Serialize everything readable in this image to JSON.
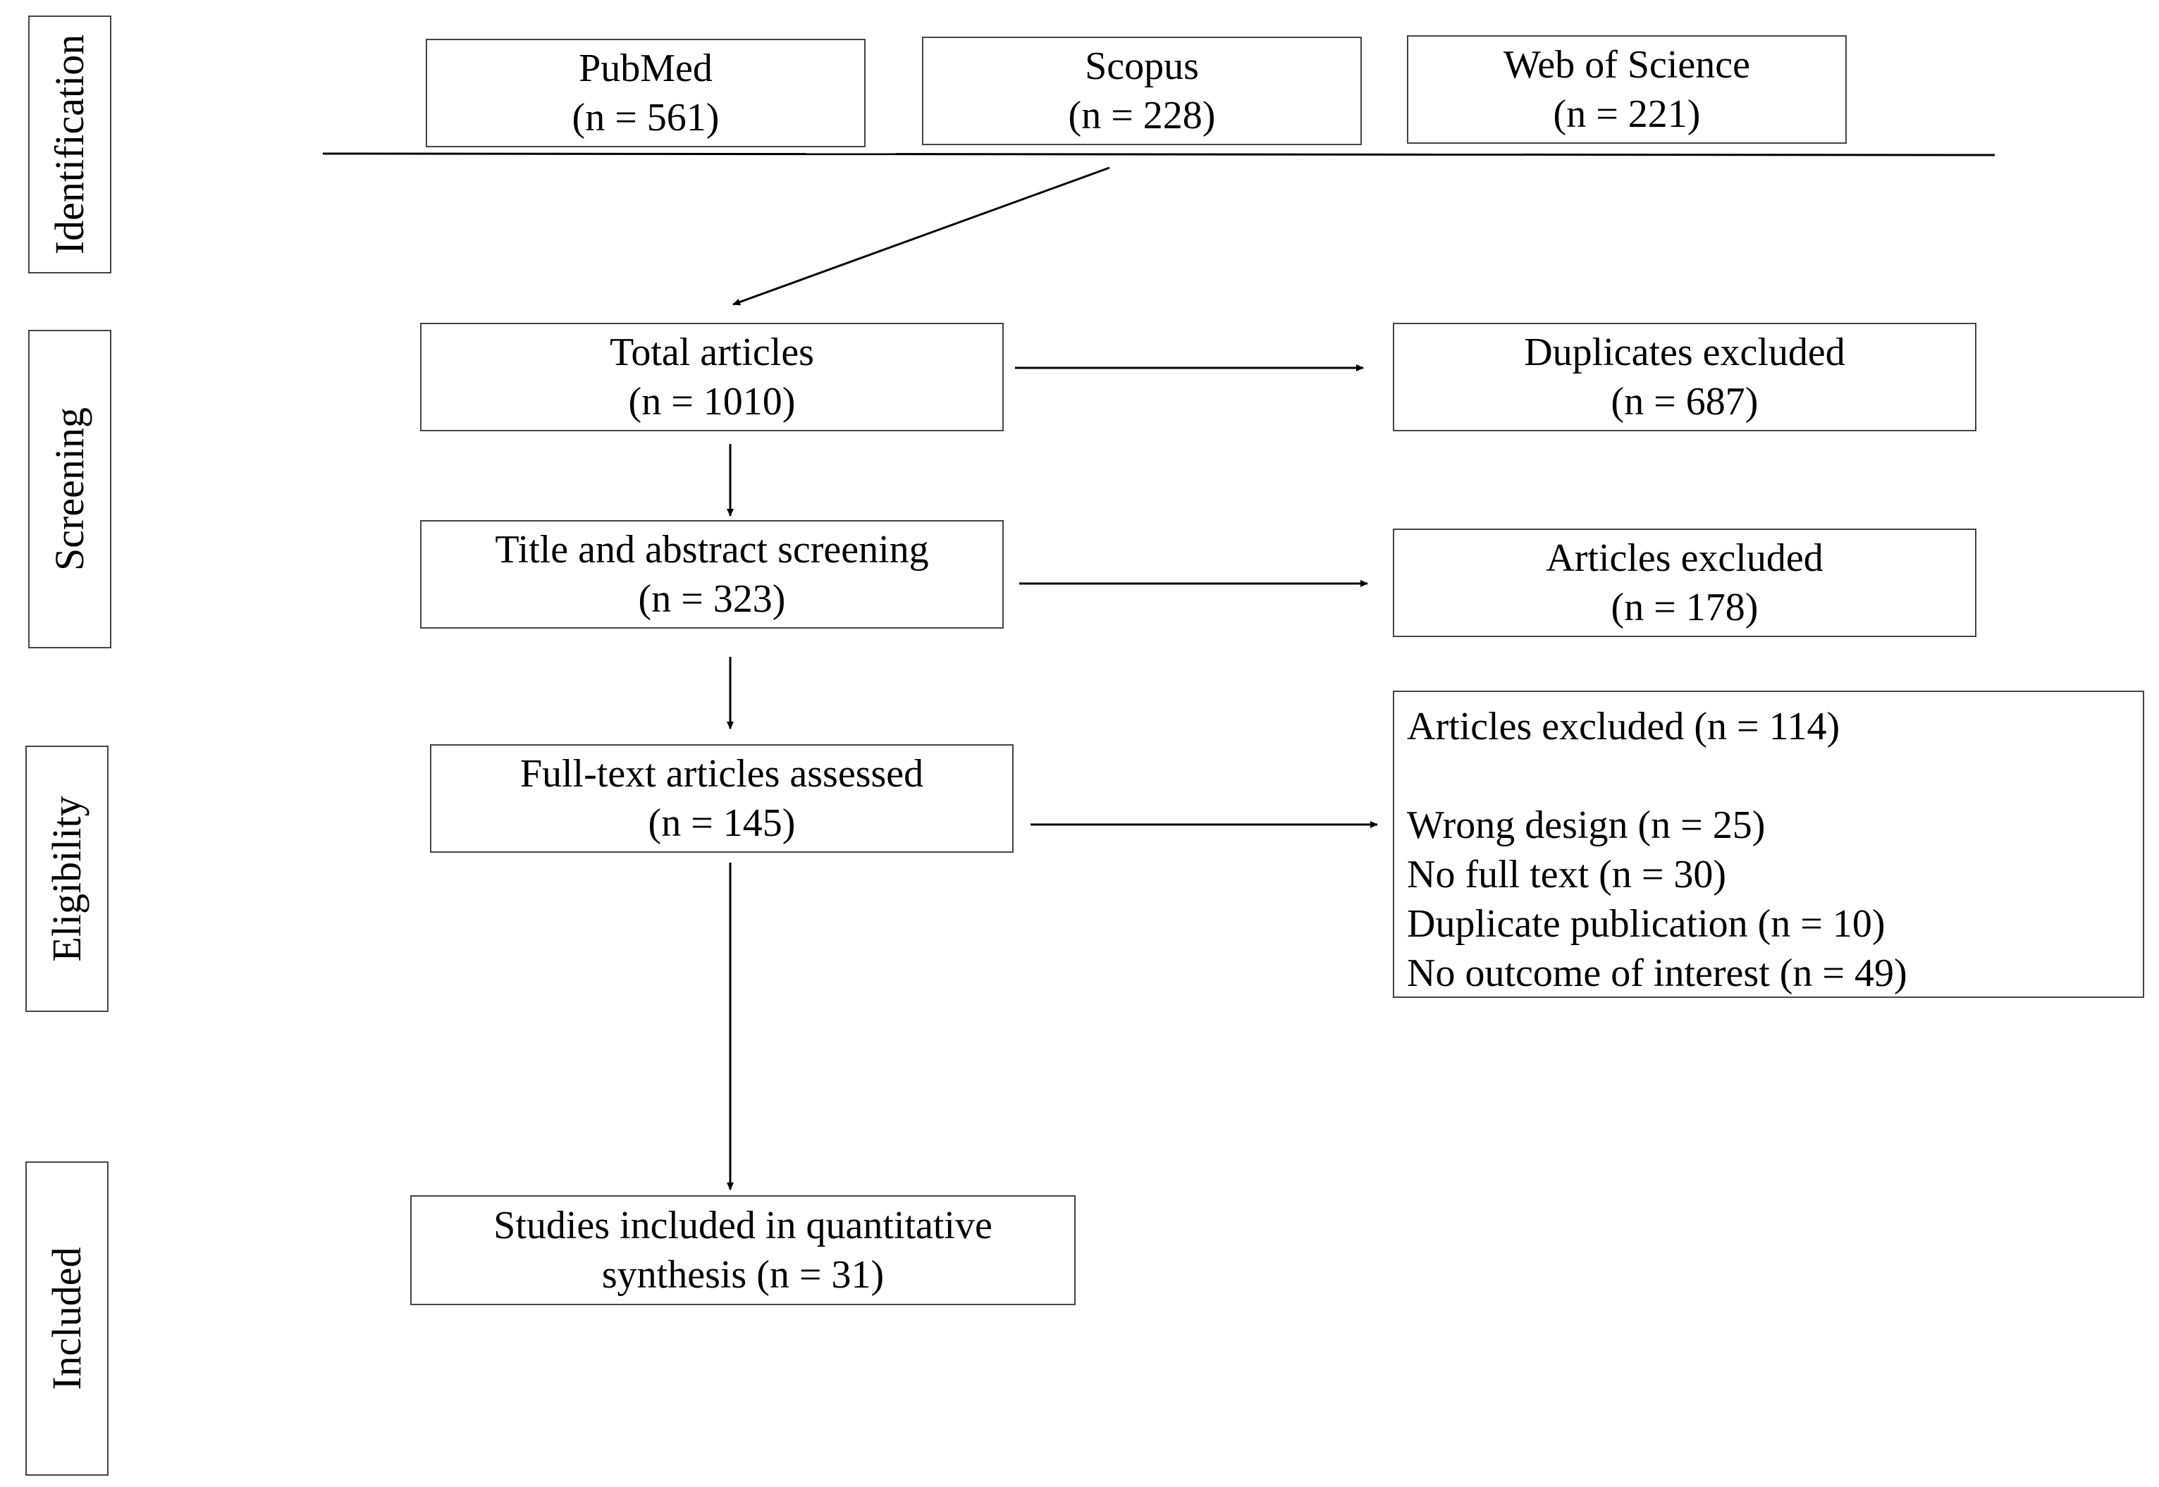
{
  "phases": {
    "identification": "Identification",
    "screening": "Screening",
    "eligibility": "Eligibility",
    "included": "Included"
  },
  "sources": [
    {
      "name": "PubMed",
      "count": "(n = 561)"
    },
    {
      "name": "Scopus",
      "count": "(n = 228)"
    },
    {
      "name": "Web of Science",
      "count": "(n = 221)"
    }
  ],
  "total": {
    "label": "Total articles",
    "count": "(n = 1010)"
  },
  "duplicates": {
    "label": "Duplicates excluded",
    "count": "(n = 687)"
  },
  "screening": {
    "label": "Title and abstract screening",
    "count": "(n = 323)"
  },
  "screen_excluded": {
    "label": "Articles excluded",
    "count": "(n = 178)"
  },
  "fulltext": {
    "label": "Full-text articles assessed",
    "count": "(n = 145)"
  },
  "fulltext_excluded": {
    "title": "Articles excluded (n = 114)",
    "reasons": [
      "Wrong design (n = 25)",
      "No full text (n = 30)",
      "Duplicate publication (n = 10)",
      "No outcome of interest (n = 49)"
    ]
  },
  "included": {
    "line1": "Studies included in quantitative",
    "line2": "synthesis (n = 31)"
  }
}
